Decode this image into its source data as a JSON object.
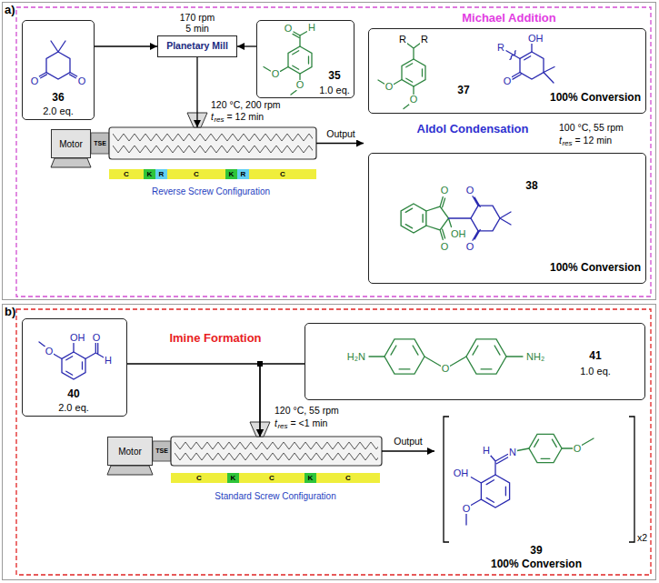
{
  "diagram": {
    "nodes": [
      {
        "text": [
          "a)"
        ]
      },
      {
        "text": [
          "O",
          "O",
          "36",
          "2.0 eq."
        ],
        "in": 0
      },
      {
        "text": [
          "Planetary Mill"
        ],
        "in": 0
      },
      {
        "text": [
          "O",
          "H",
          "O",
          "O",
          "35",
          "1.0 eq."
        ],
        "in": 0
      },
      {
        "text": [
          "R",
          "R",
          "OH",
          "R",
          "O",
          "O",
          "O",
          "37",
          "100% Conversion"
        ],
        "in": 0
      },
      {
        "text": [
          "Motor"
        ],
        "in": 0
      },
      {
        "text": [
          "TSE"
        ],
        "in": 0
      },
      {
        "text": [
          "C"
        ],
        "in": 0
      },
      {
        "text": [
          "K"
        ],
        "in": 0
      },
      {
        "text": [
          "R"
        ],
        "in": 0
      },
      {
        "text": [
          "C"
        ],
        "in": 0
      },
      {
        "text": [
          "K"
        ],
        "in": 0
      },
      {
        "text": [
          "R"
        ],
        "in": 0
      },
      {
        "text": [
          "C"
        ],
        "in": 0
      },
      {
        "text": [
          "O",
          "O",
          "38",
          "OH",
          "O",
          "O",
          "100% Conversion"
        ],
        "in": 0
      },
      {
        "text": [
          "b)"
        ]
      },
      {
        "text": [
          "OH",
          "O",
          "O",
          "H",
          "40",
          "2.0 eq."
        ],
        "in": 15
      },
      {
        "text": [
          "H₂N",
          "O",
          "NH₂",
          "41",
          "1.0 eq."
        ],
        "in": 15
      },
      {
        "text": [
          "Motor"
        ],
        "in": 15
      },
      {
        "text": [
          "TSE"
        ],
        "in": 15
      },
      {
        "text": [
          "C"
        ],
        "in": 15
      },
      {
        "text": [
          "K"
        ],
        "in": 15
      },
      {
        "text": [
          "C"
        ],
        "in": 15
      },
      {
        "text": [
          "K"
        ],
        "in": 15
      },
      {
        "text": [
          "C"
        ],
        "in": 15
      }
    ],
    "edges": [
      {
        "from": 1,
        "to": 2,
        "arrow": "to"
      },
      {
        "from": 3,
        "to": 2,
        "arrow": "to"
      },
      {
        "from": 2,
        "to": 6,
        "arrow": "to"
      },
      {
        "from": 16,
        "to": 19,
        "arrow": "to"
      },
      {
        "from": 17,
        "to": 19,
        "arrow": "to"
      }
    ],
    "labels": [
      "170 rpm",
      "5 min",
      "Michael Addition",
      "120 °C, 200 rpm",
      "t",
      "res",
      "= 12 min",
      "Output",
      "Reverse Screw Configuration",
      "Aldol Condensation",
      "100 °C, 55 rpm",
      "t",
      "res",
      "= 12 min",
      "Imine Formation",
      "120 °C, 55 rpm",
      "t",
      "res",
      "= <1 min",
      "Output",
      "Standard Screw Configuration",
      "H",
      "N",
      "O",
      "OH",
      "O",
      "x2",
      "39",
      "100% Conversion"
    ]
  }
}
